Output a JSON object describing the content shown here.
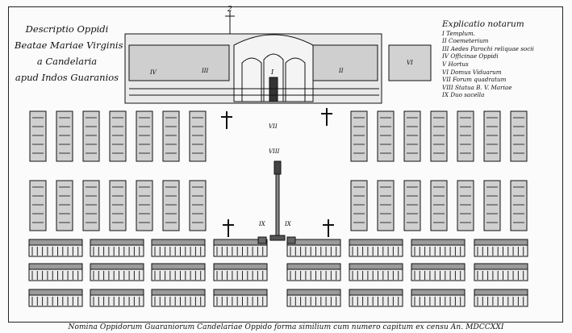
{
  "title": {
    "lines": [
      "Descriptio Oppidi",
      "Beatae Mariae Virginis",
      "a Candelaria",
      "apud Indos Guaranios"
    ]
  },
  "legend": {
    "heading": "Explicatio notarum",
    "items": [
      "I Templum.",
      "II Coemeterium",
      "III Aedes Parochi reliquae socii",
      "IV Officinae Oppidi",
      "V Hortus",
      "VI Domus Viduarum",
      "VII Forum quadratum",
      "VIII Statua B. V. Mariae",
      "IX Duo sacella"
    ]
  },
  "map_labels": {
    "n2": "2",
    "n1": "I",
    "n2b": "II",
    "n3": "III",
    "n4": "IV",
    "n6": "VI",
    "n7": "VII",
    "n8": "VIII",
    "n9a": "IX",
    "n9b": "IX"
  },
  "caption": "Nomina Oppidorum Guaraniorum Candelariae Oppido forma similium cum numero capitum ex censu An. MDCCXXI"
}
